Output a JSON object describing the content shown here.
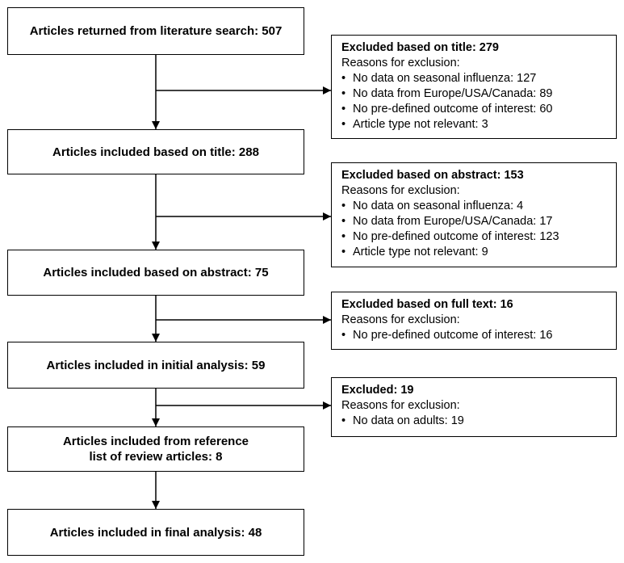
{
  "main_boxes": [
    {
      "text": "Articles returned from literature search: 507"
    },
    {
      "text": "Articles included based on title: 288"
    },
    {
      "text": "Articles included based on abstract: 75"
    },
    {
      "text": "Articles included in initial analysis: 59"
    },
    {
      "text": "Articles included from reference list of review articles: 8"
    },
    {
      "text": "Articles included in final analysis: 48"
    }
  ],
  "exclusion_boxes": [
    {
      "title": "Excluded based on title: 279",
      "subtitle": "Reasons for exclusion:",
      "reasons": [
        "No data on seasonal influenza: 127",
        "No data from Europe/USA/Canada: 89",
        "No pre-defined outcome of interest: 60",
        "Article type not relevant: 3"
      ]
    },
    {
      "title": "Excluded based on abstract: 153",
      "subtitle": "Reasons for exclusion:",
      "reasons": [
        "No data on seasonal influenza: 4",
        "No data from Europe/USA/Canada: 17",
        "No pre-defined outcome of interest: 123",
        "Article type not relevant: 9"
      ]
    },
    {
      "title": "Excluded based on full text: 16",
      "subtitle": "Reasons for exclusion:",
      "reasons": [
        "No pre-defined outcome of interest: 16"
      ]
    },
    {
      "title": "Excluded: 19",
      "subtitle": "Reasons for exclusion:",
      "reasons": [
        "No data on adults: 19"
      ]
    }
  ]
}
